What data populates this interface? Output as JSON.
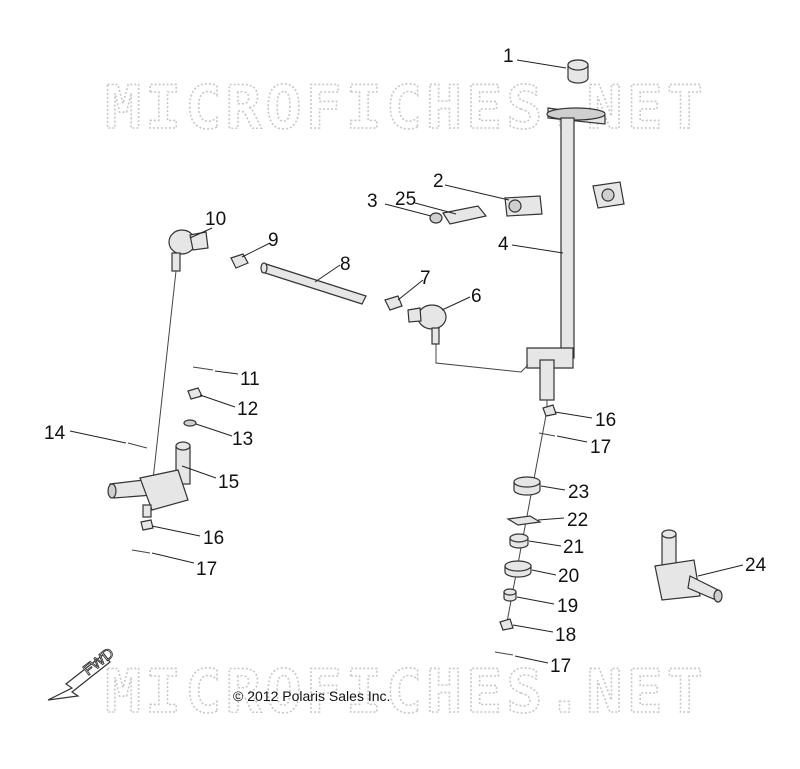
{
  "watermark": "MICROFICHES.NET",
  "copyright": "© 2012 Polaris Sales Inc.",
  "direction_label": "FWD",
  "callouts": {
    "c1": "1",
    "c2": "2",
    "c3": "3",
    "c4": "4",
    "c5": "25",
    "c6": "6",
    "c7": "7",
    "c8": "8",
    "c9": "9",
    "c10": "10",
    "c11": "11",
    "c12": "12",
    "c13": "13",
    "c14": "14",
    "c15": "15",
    "c16a": "16",
    "c16b": "16",
    "c17a": "17",
    "c17b": "17",
    "c17c": "17",
    "c18": "18",
    "c19": "19",
    "c20": "20",
    "c21": "21",
    "c22": "22",
    "c23": "23",
    "c24": "24"
  }
}
